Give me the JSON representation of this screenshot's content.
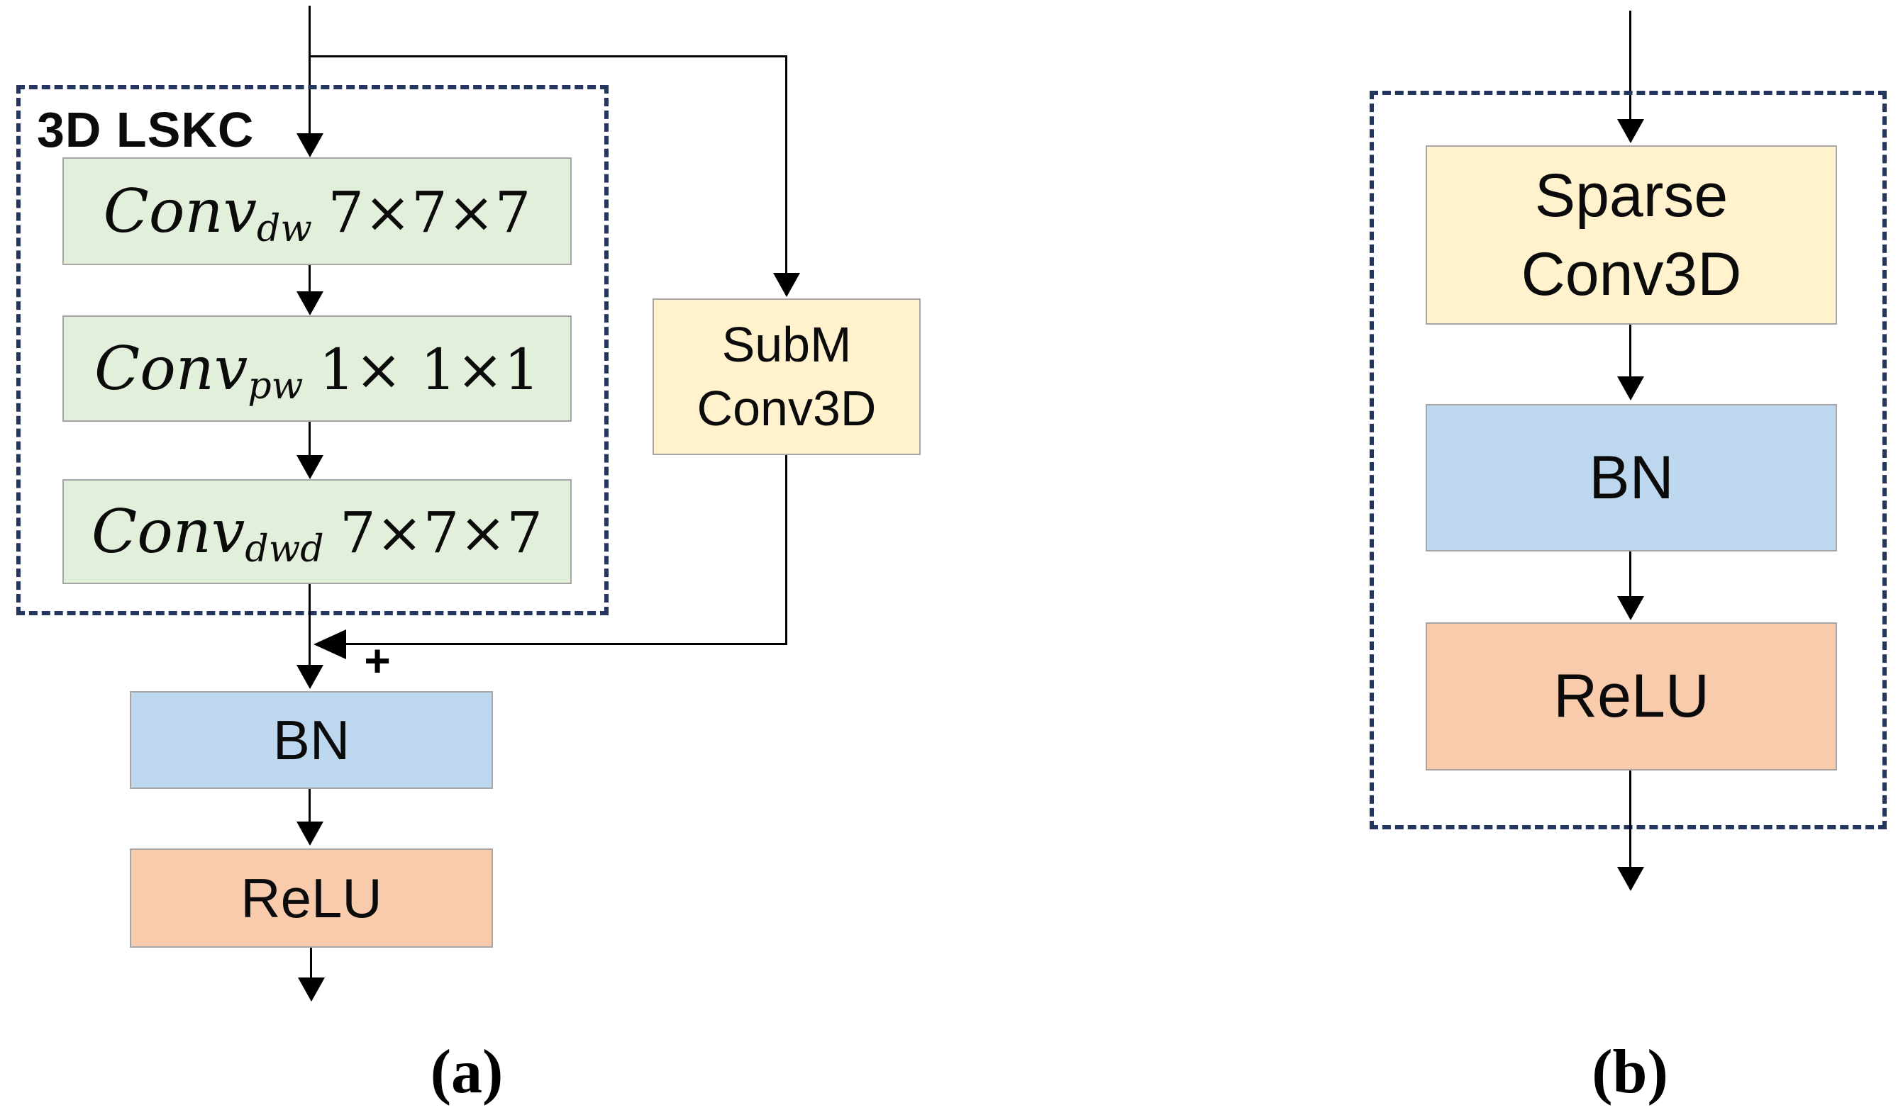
{
  "figure": {
    "panel_a": {
      "caption": "(a)",
      "group_label": "3D LSKC",
      "conv_dw": {
        "prefix": "Conv",
        "subscript": "dw",
        "dims": "7×7×7"
      },
      "conv_pw": {
        "prefix": "Conv",
        "subscript": "pw",
        "dims": "1× 1×1"
      },
      "conv_dwd": {
        "prefix": "Conv",
        "subscript": "dwd",
        "dims": "7×7×7"
      },
      "subm_line1": "SubM",
      "subm_line2": "Conv3D",
      "bn_label": "BN",
      "relu_label": "ReLU",
      "plus_label": "+"
    },
    "panel_b": {
      "caption": "(b)",
      "sparse_line1": "Sparse",
      "sparse_line2": "Conv3D",
      "bn_label": "BN",
      "relu_label": "ReLU"
    },
    "colors": {
      "green_fill": "#e2efda",
      "yellow_fill": "#fff2cc",
      "blue_fill": "#bdd7ee",
      "orange_fill": "#f8cbad",
      "box_border": "#a6a6a6",
      "dashed_border": "#24355e",
      "line_color": "#000000"
    }
  }
}
